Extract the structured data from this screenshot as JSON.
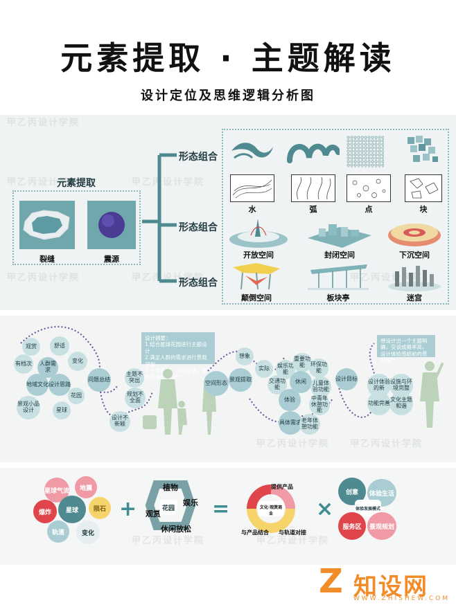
{
  "header": {
    "title": "元素提取 · 主题解读",
    "subtitle": "设计定位及思维逻辑分析图"
  },
  "watermark": "甲乙丙设计学院",
  "elements": {
    "heading": "元素提取",
    "items": [
      "裂缝",
      "震源"
    ]
  },
  "branches": [
    "形态组合",
    "形态组合",
    "形态组合"
  ],
  "forms_row1": [
    "水",
    "弧",
    "点",
    "块"
  ],
  "forms_row2": [
    "开放空间",
    "封闭空间",
    "下沉空间"
  ],
  "forms_row3": [
    "颠倒空间",
    "板块亭",
    "迷宫"
  ],
  "mindmap": {
    "left_nodes": [
      "观赏",
      "舒适",
      "有档次",
      "人群需求",
      "变化",
      "地域文化",
      "设计思路",
      "花园",
      "景观小品设计",
      "星球"
    ],
    "problem": "问题总结",
    "problem_sub": [
      "主题不突出",
      "规划不全面",
      "设计不新颖"
    ],
    "note1": "设计拥要：\n1.结合星球花园进行主题设计\n2.满足人群的需求进行景观规划\n3.合理规划、高低错落，体验感强烈的设计",
    "mid_nodes": [
      "空间形态",
      "想象",
      "景观提取",
      "实际",
      "娱乐功能",
      "重要功能",
      "环保功能",
      "交通功能",
      "休闲",
      "体验",
      "儿童体验功能",
      "具体需求",
      "中青年休憩功能",
      "老年体憩功能",
      "设计目标"
    ],
    "note2": "想设计出一个主题明确，交谈成概率高，设计体验感超前的景观设计",
    "right_nodes": [
      "设计体验的新",
      "设施与环境完整",
      "功能完善",
      "文化主题和谐"
    ]
  },
  "formula": {
    "set1": [
      "星球气流",
      "地震",
      "爆炸",
      "星球",
      "陨石",
      "轨道",
      "变化"
    ],
    "set2": [
      "植物",
      "观赏",
      "花园",
      "娱乐",
      "休闲放松"
    ],
    "set3": [
      "提供产品",
      "文化·观赏商业",
      "与产品结合",
      "与轨道对接"
    ],
    "set4": [
      "创意",
      "体验生活",
      "体验发展模式",
      "服务区",
      "景观规划"
    ],
    "ops": [
      "+",
      "=",
      "×"
    ]
  },
  "logo": {
    "mark": "Z",
    "name": "知设网",
    "url": "WWW.ZHISHEW.COM"
  },
  "colors": {
    "teal": "#4e8a90",
    "teal_light": "#a9cdd2",
    "red": "#e0454b",
    "pink": "#ef9aa4",
    "yellow": "#f6d36b",
    "orange": "#f28c28",
    "figure_green": "#bcd3ba"
  }
}
